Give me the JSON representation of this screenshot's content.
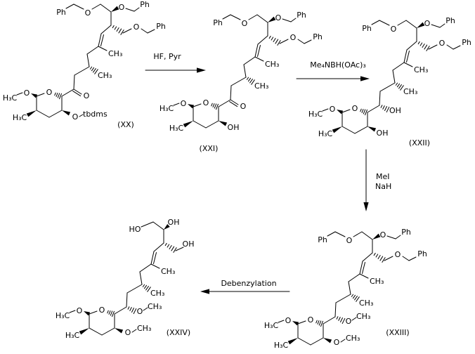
{
  "scheme": {
    "type": "chemical-reaction-scheme",
    "background": "#ffffff",
    "ink": "#000000",
    "atoms": {
      "ph": "Ph",
      "o": "O",
      "oh": "OH",
      "ho": "HO",
      "ch3": "CH₃",
      "h3c": "H₃C",
      "tbdms": "tbdms"
    },
    "compounds": [
      {
        "label": "(XX)",
        "top_groups": "OBn",
        "side_chain": "ketone",
        "ring_substituent": "O-tbdms"
      },
      {
        "label": "(XXI)",
        "top_groups": "OBn",
        "side_chain": "ketone",
        "ring_substituent": "OH"
      },
      {
        "label": "(XXII)",
        "top_groups": "OBn",
        "side_chain": "CH-OH",
        "ring_substituent": "OH"
      },
      {
        "label": "(XXIII)",
        "top_groups": "OBn",
        "side_chain": "CH-OCH3",
        "ring_substituent": "O-CH3"
      },
      {
        "label": "(XXIV)",
        "top_groups": "OH",
        "side_chain": "CH-OCH3",
        "ring_substituent": "O-CH3"
      }
    ],
    "reactions": [
      {
        "labels": [
          "HF, Pyr"
        ],
        "from": "(XX)",
        "to": "(XXI)",
        "direction": "right"
      },
      {
        "labels": [
          "Me₄NBH(OAc)₃"
        ],
        "from": "(XXI)",
        "to": "(XXII)",
        "direction": "right"
      },
      {
        "labels": [
          "MeI",
          "NaH"
        ],
        "from": "(XXII)",
        "to": "(XXIII)",
        "direction": "down"
      },
      {
        "labels": [
          "Debenzylation"
        ],
        "from": "(XXIII)",
        "to": "(XXIV)",
        "direction": "left"
      }
    ]
  }
}
